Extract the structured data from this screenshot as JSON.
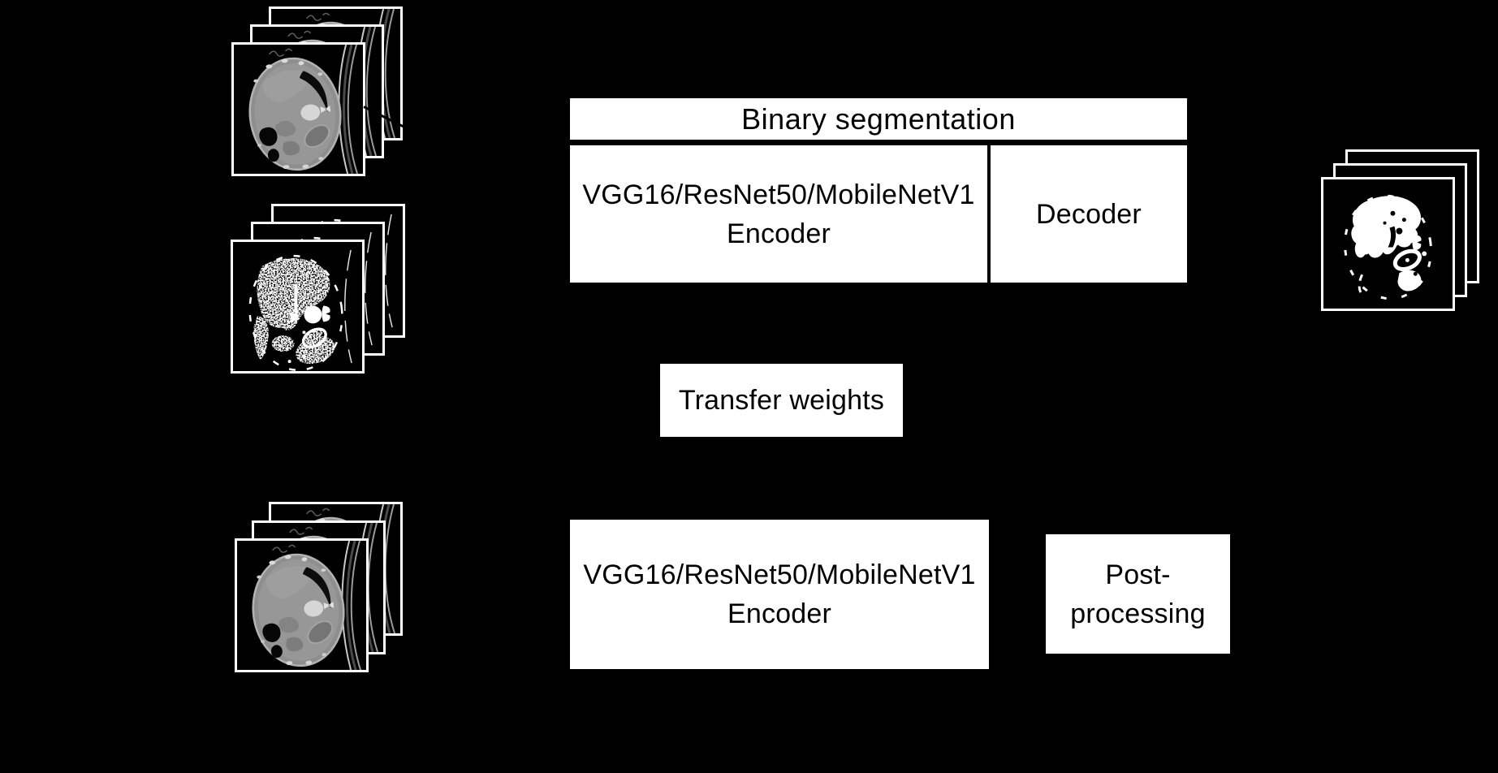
{
  "colors": {
    "background": "#000000",
    "box_fill": "#ffffff",
    "box_text": "#000000",
    "frame_border": "#ffffff"
  },
  "diagram": {
    "binary_segmentation": {
      "header_label": "Binary segmentation",
      "encoder_line1": "VGG16/ResNet50/MobileNetV1",
      "encoder_line2": "Encoder",
      "decoder_label": "Decoder"
    },
    "transfer_weights_label": "Transfer weights",
    "finetune_encoder": {
      "line1": "VGG16/ResNet50/MobileNetV1",
      "line2": "Encoder"
    },
    "post_processing": {
      "line1": "Post-",
      "line2": "processing"
    },
    "stacks": {
      "input_ct_stack_top": "ct-scan-slices-stack",
      "binary_mask_stack": "noisy-binary-mask-slices-stack",
      "input_ct_stack_bottom": "ct-scan-slices-stack",
      "output_mask_stack": "clean-binary-mask-slices-stack"
    }
  }
}
